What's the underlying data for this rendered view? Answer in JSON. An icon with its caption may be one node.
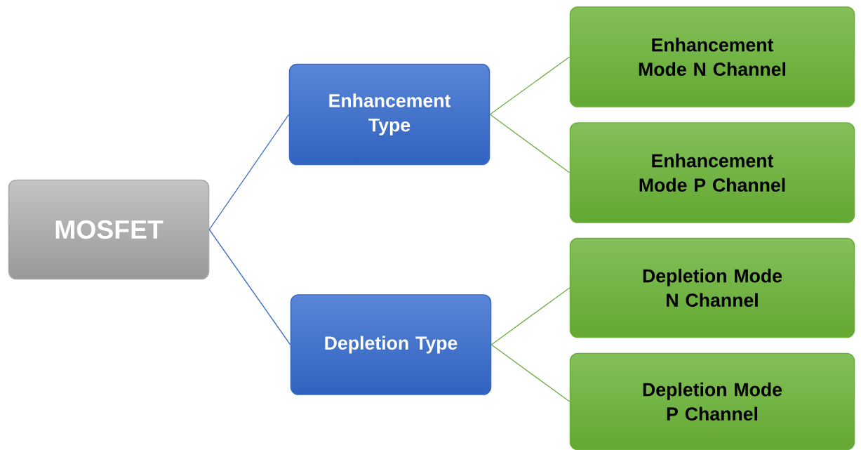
{
  "diagram": {
    "nodes": [
      {
        "text": [
          "MOSFET"
        ]
      },
      {
        "text": [
          "Enhancement Type"
        ]
      },
      {
        "text": [
          "Depletion Type"
        ]
      },
      {
        "text": [
          "Enhancement Mode N Channel"
        ]
      },
      {
        "text": [
          "Enhancement Mode P Channel"
        ]
      },
      {
        "text": [
          "Depletion Mode N Channel"
        ]
      },
      {
        "text": [
          "Depletion Mode P Channel"
        ]
      }
    ],
    "edges": [
      {
        "from": 0,
        "to": 1,
        "arrow": "none",
        "color": "#4472c4"
      },
      {
        "from": 0,
        "to": 2,
        "arrow": "none",
        "color": "#4472c4"
      },
      {
        "from": 1,
        "to": 3,
        "arrow": "none"
      },
      {
        "from": 1,
        "to": 4,
        "arrow": "none"
      },
      {
        "from": 2,
        "to": 5,
        "arrow": "none"
      },
      {
        "from": 2,
        "to": 6,
        "arrow": "none"
      }
    ]
  }
}
